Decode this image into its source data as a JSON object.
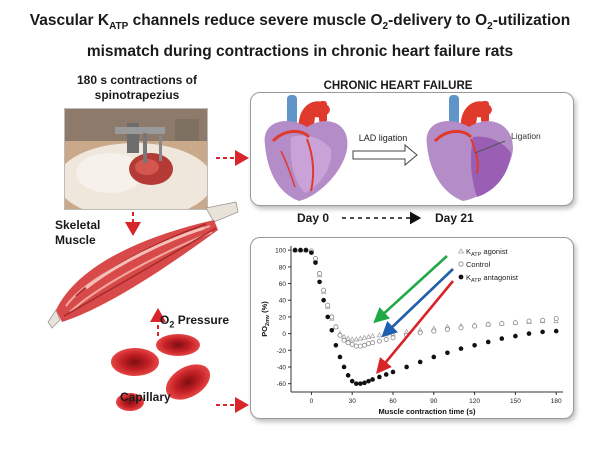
{
  "title": {
    "line1": "Vascular K",
    "line1_sub": "ATP",
    "line1_rest": " channels reduce severe muscle O",
    "line1_sub2": "2",
    "line1_end": "-delivery to O",
    "line1_sub3": "2",
    "line1_tail": "-utilization",
    "line2": "mismatch during contractions in chronic heart failure rats"
  },
  "contraction_label": {
    "line1": "180 s contractions of",
    "line2": "spinotrapezius"
  },
  "chf_label": "CHRONIC HEART FAILURE",
  "heart_panel": {
    "procedure": "LAD ligation",
    "ligation": "Ligation",
    "day_start": "Day 0",
    "day_end": "Day 21"
  },
  "skeletal_label": {
    "line1": "Skeletal",
    "line2": "Muscle"
  },
  "o2_label": {
    "pre": "O",
    "sub": "2",
    "post": " Pressure"
  },
  "capillary_label": "Capillary",
  "colors": {
    "green": "#22a845",
    "blue": "#1f5fae",
    "red": "#d8252a",
    "heart_red": "#e03a2c",
    "heart_purple": "#b48cc8",
    "vessel_blue": "#5f95c9"
  },
  "chart_data": {
    "type": "scatter",
    "xlabel": "Muscle contraction time (s)",
    "ylabel_pre": "PO",
    "ylabel_sub": "2mv",
    "ylabel_post": " (%)",
    "xlim": [
      -15,
      185
    ],
    "ylim": [
      -70,
      105
    ],
    "xticks": [
      0,
      30,
      60,
      90,
      120,
      150,
      180
    ],
    "yticks": [
      100,
      80,
      60,
      40,
      20,
      0,
      -20,
      -40,
      -60
    ],
    "grid": false,
    "legend_position": "top-right",
    "series": [
      {
        "name_pre": "K",
        "name_sub": "ATP",
        "name_post": " agonist",
        "marker": "triangle-open",
        "color": "#aaaaaa",
        "x": [
          -12,
          -8,
          -4,
          0,
          3,
          6,
          9,
          12,
          15,
          18,
          21,
          24,
          27,
          30,
          33,
          36,
          39,
          42,
          45,
          50,
          55,
          60,
          70,
          80,
          90,
          100,
          110,
          120,
          130,
          140,
          150,
          160,
          170,
          180
        ],
        "y": [
          100,
          100,
          100,
          98,
          88,
          70,
          50,
          32,
          18,
          8,
          0,
          -4,
          -6,
          -7,
          -7,
          -6,
          -5,
          -4,
          -3,
          -2,
          -1,
          0,
          2,
          4,
          6,
          8,
          9,
          10,
          11,
          12,
          13,
          14,
          15,
          15
        ]
      },
      {
        "name": "Control",
        "marker": "circle-open",
        "color": "#888888",
        "x": [
          -12,
          -8,
          -4,
          0,
          3,
          6,
          9,
          12,
          15,
          18,
          21,
          24,
          27,
          30,
          33,
          36,
          39,
          42,
          45,
          50,
          55,
          60,
          70,
          80,
          90,
          100,
          110,
          120,
          130,
          140,
          150,
          160,
          170,
          180
        ],
        "y": [
          100,
          100,
          100,
          99,
          90,
          72,
          52,
          34,
          20,
          8,
          -2,
          -8,
          -11,
          -13,
          -15,
          -15,
          -14,
          -12,
          -11,
          -9,
          -7,
          -5,
          -2,
          1,
          3,
          5,
          7,
          9,
          11,
          12,
          13,
          15,
          16,
          18
        ]
      },
      {
        "name_pre": "K",
        "name_sub": "ATP",
        "name_post": " antagonist",
        "marker": "circle-filled",
        "color": "#111111",
        "x": [
          -12,
          -8,
          -4,
          0,
          3,
          6,
          9,
          12,
          15,
          18,
          21,
          24,
          27,
          30,
          33,
          36,
          39,
          42,
          45,
          50,
          55,
          60,
          70,
          80,
          90,
          100,
          110,
          120,
          130,
          140,
          150,
          160,
          170,
          180
        ],
        "y": [
          100,
          100,
          100,
          97,
          85,
          62,
          40,
          20,
          4,
          -14,
          -28,
          -40,
          -50,
          -57,
          -60,
          -60,
          -59,
          -57,
          -55,
          -52,
          -49,
          -46,
          -40,
          -34,
          -28,
          -23,
          -18,
          -14,
          -10,
          -6,
          -3,
          0,
          2,
          3
        ]
      }
    ]
  }
}
